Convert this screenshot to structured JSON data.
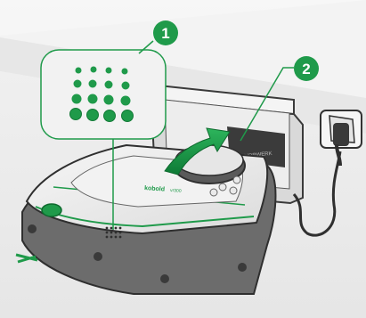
{
  "callouts": [
    {
      "number": "1",
      "target": "charging contacts detail"
    },
    {
      "number": "2",
      "target": "charging base"
    }
  ],
  "robot": {
    "brand_text": "kobold",
    "model_text": "vr300"
  },
  "base": {
    "logo_text": "VORWERK"
  },
  "colors": {
    "accent_green": "#1f9a4a",
    "dark_green": "#137a37",
    "panel_bg": "#f2f2f2",
    "line": "#2f2f2f"
  }
}
